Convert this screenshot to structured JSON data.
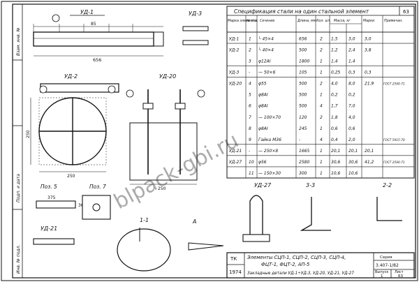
{
  "sheet": {
    "page_number": "63",
    "side_labels": [
      "Взам. инв. №",
      "Подп. и дата",
      "Инв. № подл."
    ],
    "watermark": "blpack-gbi.ru"
  },
  "views": {
    "ud1": "УД-1",
    "ud2": "УД-2",
    "ud3": "УД-3",
    "ud20": "УД-20",
    "ud21": "УД-21",
    "ud27": "УД-27",
    "pos5": "Поз. 5",
    "pos7": "Поз. 7",
    "s11": "1-1",
    "s33": "3-3",
    "s22": "2-2",
    "viewA": "А"
  },
  "dims": {
    "ud1_total": "656",
    "ud1_mid": "85",
    "ud2_w": "250",
    "ud2_h": "250",
    "ud20_w": "250",
    "pos5_a": "375",
    "pos5_b": "36"
  },
  "table": {
    "title": "Спецификация стали на один стальной элемент",
    "headers": [
      "Марка элемента",
      "№ поз.",
      "Сечение",
      "Длина, мм",
      "Кол. шт.",
      "Масса, кг",
      "Марки",
      "Примечан."
    ],
    "rows": [
      [
        "УД-1",
        "1",
        "└ 45×4",
        "656",
        "2",
        "1,5",
        "3,0",
        "3,0",
        ""
      ],
      [
        "УД-2",
        "2",
        "└ 40×4",
        "500",
        "2",
        "1,2",
        "2,4",
        "3,8",
        ""
      ],
      [
        "",
        "3",
        "φ12АI",
        "1800",
        "1",
        "1,4",
        "1,4",
        "",
        ""
      ],
      [
        "УД-3",
        "-",
        "— 50×6",
        "105",
        "1",
        "0,25",
        "0,3",
        "0,3",
        ""
      ],
      [
        "УД-20",
        "4",
        "φ55",
        "500",
        "2",
        "4,0",
        "8,0",
        "21,9",
        "ГОСТ 2590-71"
      ],
      [
        "",
        "5",
        "φ8АI",
        "500",
        "1",
        "0,2",
        "0,2",
        "",
        ""
      ],
      [
        "",
        "6",
        "φ8АI",
        "500",
        "4",
        "1,7",
        "7,0",
        "",
        ""
      ],
      [
        "",
        "7",
        "— 100×70",
        "120",
        "2",
        "1,8",
        "4,0",
        "",
        ""
      ],
      [
        "",
        "8",
        "φ8АI",
        "245",
        "1",
        "0,6",
        "0,6",
        "",
        ""
      ],
      [
        "",
        "9",
        "Гайка М36",
        "-",
        "4",
        "0,4",
        "2,0",
        "",
        "ГОСТ 5915-70"
      ],
      [
        "УД-21",
        "-",
        "— 250×8",
        "1665",
        "1",
        "20,1",
        "20,1",
        "20,1",
        ""
      ],
      [
        "УД-27",
        "10",
        "φ56",
        "2580",
        "1",
        "30,6",
        "30,6",
        "41,2",
        "ГОСТ 2590-71"
      ],
      [
        "",
        "11",
        "— 150×30",
        "300",
        "1",
        "10,6",
        "10,6",
        "",
        ""
      ]
    ]
  },
  "stamp": {
    "tk": "ТК",
    "year": "1974",
    "line1": "Элементы СЦП-1, СЦП-2, СЦП-3, СЦП-4,",
    "line2": "ФЦТ-1, ФЦТ-2, АП-5",
    "line3": "Закладные детали УД-1÷УД-3, УД-20, УД-21, УД-27",
    "series_label": "Серия",
    "series": "3.407-1/82",
    "issue_label": "Выпуск",
    "sheet_label": "Лист",
    "issue": "1",
    "sheet": "63"
  }
}
